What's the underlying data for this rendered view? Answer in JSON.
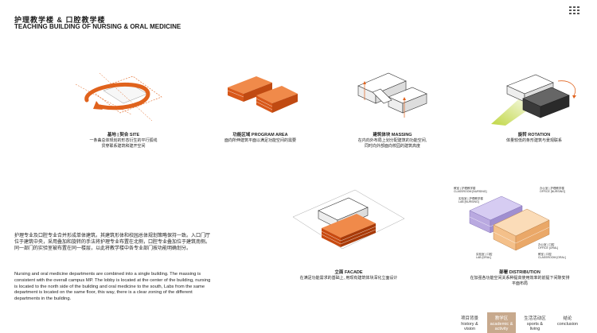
{
  "header": {
    "title_cn": "护理教学楼 & 口腔教学楼",
    "title_en": "TEACHING BUILDING OF NURSING & ORAL MEDICINE",
    "menu_icon": "grid-menu-icon"
  },
  "colors": {
    "accent": "#e0621c",
    "nav_active": "#c7a98d",
    "green": "#b9d22e",
    "purple": "#b9a9e0",
    "peach": "#f4c08a"
  },
  "diagrams": {
    "site": {
      "title": "基地 | 契合  SITE",
      "desc": "一条曲总体规划的形态衍生的平行弧线\n贯穿联系建筑和建开空间"
    },
    "program": {
      "title": "功能区域  PROGRAM AREA",
      "desc": "面向所伸建筑平面以满足功能空间的需要"
    },
    "massing": {
      "title": "建筑体块  MASSING",
      "desc": "在内向外布局上划分配建筑的功能空间,\n同时向外部面向校园的建筑高度"
    },
    "rotation": {
      "title": "旋转  ROTATION",
      "desc": "体量较低的条形建筑与景观联系"
    },
    "facade": {
      "title": "立面  FACADE",
      "desc": "在满足功能需求的基础上, 用现有建筑体块深化立面设计"
    },
    "distribution": {
      "title": "部署  DISTRIBUTION",
      "desc": "在加强各功能空间关系种提高使用效率的前提下间隙安排\n平面布局",
      "labels": {
        "classroom_nursing": "教室 | 护理教学楼\nCLASSROOM [NURSING]",
        "lab_nursing": "实验室 | 护理教学楼\nLAB [NURSING]",
        "office_nursing": "办公室 | 护理教学楼\nOFFICE [NURSING]",
        "office_oral": "办公室 | 口腔\nOFFICE [ORAL]",
        "lab_oral": "实验室 | 口腔\nLAB [ORAL]",
        "classroom_oral": "教室 | 口腔\nCLASSROOM [ORAL]"
      }
    }
  },
  "body": {
    "cn": "护理专业及口腔专业合并形成单体建筑。其建筑形体和校园总体规划策略保持一致。入口门厅位于建筑中央，采用叠加和旋转的手法将护理专业布置在北侧，口腔专业叠加位于建筑南侧。同一部门的实验室被布置在同一楼层，以此将教学楼中各专业部门按功能明确划分。",
    "en": "Nursing and oral medicine departments are combined into a single building. The massing is consistent with the overall campus MP. The lobby is located at the center of the building, nursing is located to the north side of the building and oral medicine to the south, Labs from the same department is located on the same floor, this way, there is a clear zoning of the different departments in the building."
  },
  "nav": [
    {
      "cn": "项目背景",
      "en": "history &\nvision",
      "active": false
    },
    {
      "cn": "教学区",
      "en": "academic &\nactivity",
      "active": true
    },
    {
      "cn": "生活活动区",
      "en": "sports &\nliving",
      "active": false
    },
    {
      "cn": "结论",
      "en": "conclusion",
      "active": false
    }
  ]
}
